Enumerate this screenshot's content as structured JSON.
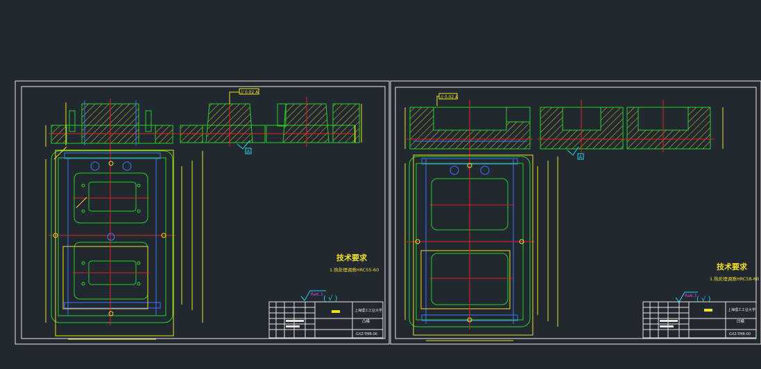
{
  "colors": {
    "background": "#212830",
    "frame": "#e6e6e6",
    "green": "#22d622",
    "red": "#e02020",
    "yellow": "#f0e020",
    "blue": "#3c78ff",
    "cyan": "#20d8e8",
    "magenta": "#e040e0",
    "white": "#ffffff"
  },
  "sheets": [
    {
      "tech_title": "技术要求",
      "tech_note": "1.热处理调质HRC55-60",
      "roughness": "Ra6.3",
      "roughness_paren": "( √ )",
      "section_label": "A",
      "datum_label": "A",
      "tol_box": "// 0.02 A",
      "titleblock": {
        "company": "上海理工工业大学",
        "part_name": "凸模",
        "drawing_no": "GXZ-TMB-00"
      }
    },
    {
      "tech_title": "技术要求",
      "tech_note": "1.热处理调质HRC58-60",
      "roughness": "Ra6.3",
      "roughness_paren": "( √ )",
      "section_label": "A",
      "datum_label": "A",
      "tol_box": "// 0.02 A",
      "titleblock": {
        "company": "上海理工工业大学",
        "part_name": "凹模",
        "drawing_no": "GXZ-TMB-00"
      }
    }
  ]
}
